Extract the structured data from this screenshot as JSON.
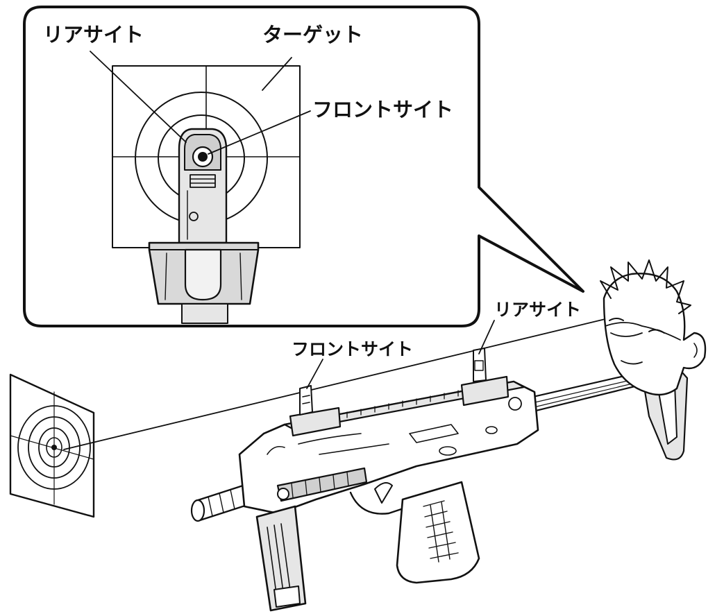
{
  "inset": {
    "labels": {
      "rear_sight": "リアサイト",
      "target": "ターゲット",
      "front_sight": "フロントサイト"
    }
  },
  "scene": {
    "labels": {
      "rear_sight": "リアサイト",
      "front_sight": "フロントサイト"
    }
  },
  "colors": {
    "ink": "#111111",
    "fill_light": "#e6e6e6",
    "fill_mid": "#cfcfcf",
    "background": "#ffffff"
  }
}
